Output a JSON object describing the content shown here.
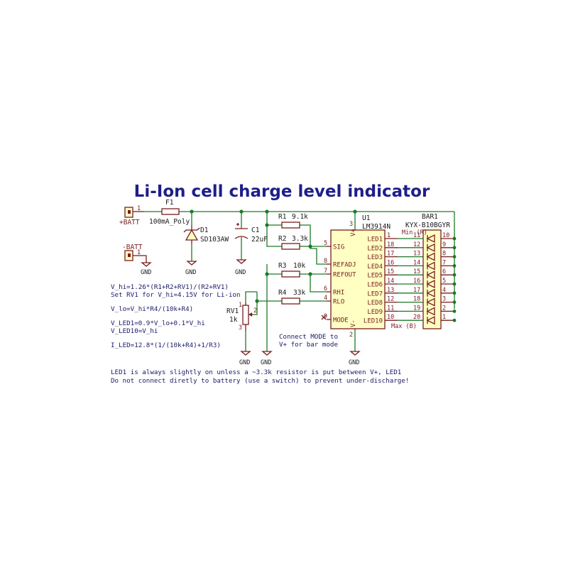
{
  "title": "Li-Ion cell charge level indicator",
  "connectors": {
    "batt_pos": {
      "label": "+BATT",
      "pin": "1"
    },
    "batt_neg": {
      "label": "-BATT",
      "pin": "1"
    }
  },
  "components": {
    "f1": {
      "ref": "F1",
      "value": "100mA_Poly"
    },
    "d1": {
      "ref": "D1",
      "value": "SD103AW"
    },
    "c1": {
      "ref": "C1",
      "value": "22uF"
    },
    "r1": {
      "ref": "R1",
      "value": "9.1k"
    },
    "r2": {
      "ref": "R2",
      "value": "3.3k"
    },
    "r3": {
      "ref": "R3",
      "value": "10k"
    },
    "r4": {
      "ref": "R4",
      "value": "33k"
    },
    "rv1": {
      "ref": "RV1",
      "value": "1k",
      "pins": [
        "1",
        "2",
        "3"
      ]
    },
    "u1": {
      "ref": "U1",
      "value": "LM3914N",
      "vplus": "V+",
      "vminus": "V-",
      "left_pins": [
        {
          "name": "SIG",
          "num": "5"
        },
        {
          "name": "REFADJ",
          "num": "8"
        },
        {
          "name": "REFOUT",
          "num": "7"
        },
        {
          "name": "RHI",
          "num": "6"
        },
        {
          "name": "RLO",
          "num": "4"
        },
        {
          "name": "MODE",
          "num": "9"
        }
      ],
      "top_pin": "3",
      "bottom_pin": "2",
      "right_pins": [
        {
          "name": "LED1",
          "num": "1"
        },
        {
          "name": "LED2",
          "num": "18"
        },
        {
          "name": "LED3",
          "num": "17"
        },
        {
          "name": "LED4",
          "num": "16"
        },
        {
          "name": "LED5",
          "num": "15"
        },
        {
          "name": "LED6",
          "num": "14"
        },
        {
          "name": "LED7",
          "num": "13"
        },
        {
          "name": "LED8",
          "num": "12"
        },
        {
          "name": "LED9",
          "num": "11"
        },
        {
          "name": "LED10",
          "num": "10"
        }
      ]
    },
    "bar1": {
      "ref": "BAR1",
      "value": "KYX-B10BGYR",
      "min_label": "Min (R)",
      "max_label": "Max (B)",
      "left_pins": [
        "11",
        "12",
        "13",
        "14",
        "15",
        "16",
        "17",
        "18",
        "19",
        "20"
      ],
      "right_pins": [
        "10",
        "9",
        "8",
        "7",
        "6",
        "5",
        "4",
        "3",
        "2",
        "1"
      ]
    }
  },
  "gnd_label": "GND",
  "notes": {
    "formulas": [
      "V_hi=1.26*(R1+R2+RV1)/(R2+RV1)",
      "Set RV1 for V_hi=4.15V for Li-ion",
      "V_lo=V_hi*R4/(10k+R4)",
      "V_LED1=0.9*V_lo+0.1*V_hi",
      "V_LED10=V_hi",
      "I_LED=12.8*(1/(10k+R4)+1/R3)"
    ],
    "mode": [
      "Connect MODE to",
      "V+ for bar mode"
    ],
    "footer": [
      "LED1 is always slightly on unless a ~3.3k resistor is put between V+, LED1",
      "Do not connect diretly to battery (use a switch) to prevent under-discharge!"
    ]
  },
  "colors": {
    "wire": "#1c7a26",
    "component": "#7a1d1d",
    "component_fill": "#ffffc4",
    "title": "#1e1e8a",
    "note": "#1a1a6a"
  }
}
